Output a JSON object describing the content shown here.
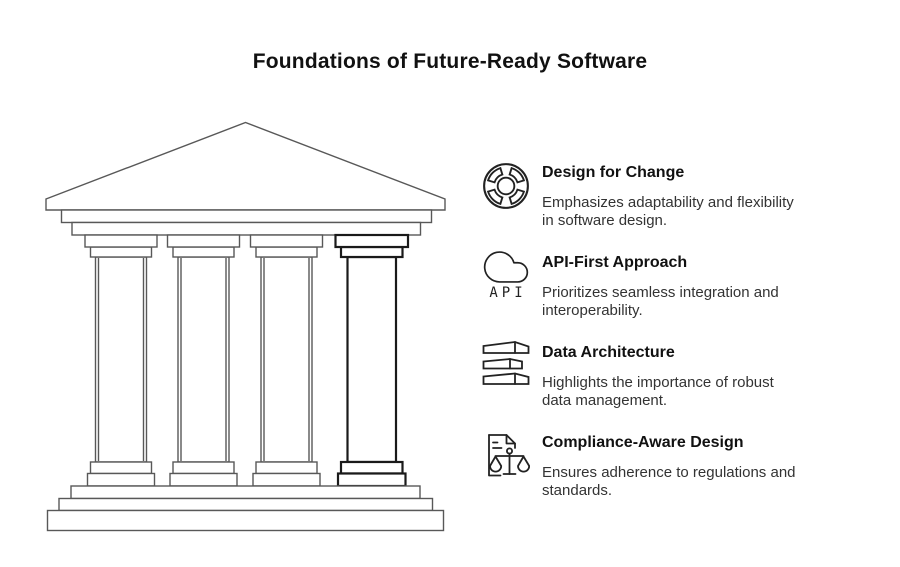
{
  "title": "Foundations of Future-Ready Software",
  "items": [
    {
      "icon": "change-wheel-icon",
      "heading": "Design for Change",
      "desc_lines": [
        "Emphasizes adaptability and flexibility",
        "in software design."
      ]
    },
    {
      "icon": "api-cloud-icon",
      "api_label": "API",
      "heading": "API-First Approach",
      "desc_lines": [
        "Prioritizes seamless integration and",
        "interoperability."
      ]
    },
    {
      "icon": "data-layers-icon",
      "heading": "Data Architecture",
      "desc_lines": [
        "Highlights the importance of robust",
        "data management."
      ]
    },
    {
      "icon": "compliance-scales-icon",
      "heading": "Compliance-Aware Design",
      "desc_lines": [
        "Ensures adherence to regulations and",
        "standards."
      ]
    }
  ],
  "illustration": {
    "name": "greek-temple-four-pillars",
    "columns": 4,
    "highlighted_column_index": 4
  },
  "colors": {
    "background": "#ffffff",
    "title_text": "#111111",
    "body_text": "#333333",
    "line_regular": "#585858",
    "line_highlight": "#1a1a1a",
    "icon_stroke": "#222222"
  }
}
